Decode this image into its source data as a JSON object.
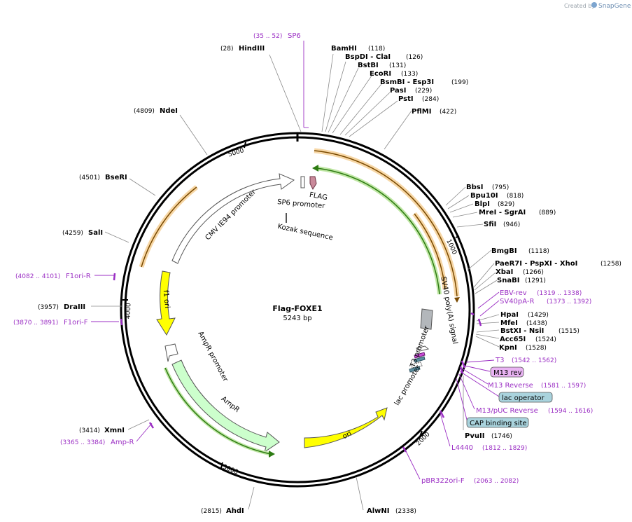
{
  "credit": {
    "prefix": "Created by",
    "brand": "SnapGene"
  },
  "plasmid": {
    "name": "Flag-FOXE1",
    "size": "5243 bp"
  },
  "ticks": [
    "1000",
    "2000",
    "3000",
    "4000",
    "5000"
  ],
  "sites": [
    {
      "name": "HindIII",
      "pos": "(28)"
    },
    {
      "name": "BamHI",
      "pos": "(118)"
    },
    {
      "name": "BspDI - ClaI",
      "pos": "(126)"
    },
    {
      "name": "BstBI",
      "pos": "(131)"
    },
    {
      "name": "EcoRI",
      "pos": "(133)"
    },
    {
      "name": "BsmBI - Esp3I",
      "pos": "(199)"
    },
    {
      "name": "PasI",
      "pos": "(229)"
    },
    {
      "name": "PstI",
      "pos": "(284)"
    },
    {
      "name": "PflMI",
      "pos": "(422)"
    },
    {
      "name": "NdeI",
      "pos": "(4809)"
    },
    {
      "name": "BseRI",
      "pos": "(4501)"
    },
    {
      "name": "SalI",
      "pos": "(4259)"
    },
    {
      "name": "DraIII",
      "pos": "(3957)"
    },
    {
      "name": "XmnI",
      "pos": "(3414)"
    },
    {
      "name": "AhdI",
      "pos": "(2815)"
    },
    {
      "name": "AlwNI",
      "pos": "(2338)"
    },
    {
      "name": "BbsI",
      "pos": "(795)"
    },
    {
      "name": "Bpu10I",
      "pos": "(818)"
    },
    {
      "name": "BlpI",
      "pos": "(829)"
    },
    {
      "name": "MreI - SgrAI",
      "pos": "(889)"
    },
    {
      "name": "SfiI",
      "pos": "(946)"
    },
    {
      "name": "BmgBI",
      "pos": "(1118)"
    },
    {
      "name": "PaeR7I - PspXI - XhoI",
      "pos": "(1258)"
    },
    {
      "name": "XbaI",
      "pos": "(1266)"
    },
    {
      "name": "SnaBI",
      "pos": "(1291)"
    },
    {
      "name": "HpaI",
      "pos": "(1429)"
    },
    {
      "name": "MfeI",
      "pos": "(1438)"
    },
    {
      "name": "BstXI - NsiI",
      "pos": "(1515)"
    },
    {
      "name": "Acc65I",
      "pos": "(1524)"
    },
    {
      "name": "KpnI",
      "pos": "(1528)"
    },
    {
      "name": "PvuII",
      "pos": "(1746)"
    }
  ],
  "primers": [
    {
      "name": "SP6",
      "pos": "(35 .. 52)"
    },
    {
      "name": "F1ori-R",
      "pos": "(4082 .. 4101)"
    },
    {
      "name": "F1ori-F",
      "pos": "(3870 .. 3891)"
    },
    {
      "name": "Amp-R",
      "pos": "(3365 .. 3384)"
    },
    {
      "name": "EBV-rev",
      "pos": "(1319 .. 1338)"
    },
    {
      "name": "SV40pA-R",
      "pos": "(1373 .. 1392)"
    },
    {
      "name": "T3",
      "pos": "(1542 .. 1562)"
    },
    {
      "name": "M13 Reverse",
      "pos": "(1581 .. 1597)"
    },
    {
      "name": "M13/pUC Reverse",
      "pos": "(1594 .. 1616)"
    },
    {
      "name": "L4440",
      "pos": "(1812 .. 1829)"
    },
    {
      "name": "pBR322ori-F",
      "pos": "(2063 .. 2082)"
    }
  ],
  "boxed": [
    {
      "name": "M13 rev",
      "color": "#e9b3f3"
    },
    {
      "name": "lac operator",
      "color": "#a9d3dd"
    },
    {
      "name": "CAP binding site",
      "color": "#a9d3dd"
    }
  ],
  "features": {
    "cmv": "CMV IE94 promoter",
    "sp6p": "SP6 promoter",
    "flag": "FLAG",
    "kozak": "Kozak sequence",
    "sv40": "SV40 poly(A) signal",
    "t3": "T3 promoter",
    "lac": "lac promoter",
    "f1": "f1 ori",
    "ampp": "AmpR promoter",
    "ampr": "AmpR",
    "ori": "ori"
  },
  "colors": {
    "primer": "#9b2fc4",
    "orf_fill": "#f7d7a6",
    "orf_line": "#7a4a00",
    "green_line": "#2d7b12",
    "green_fill": "#bfe6a4",
    "yellow": "#ffff00",
    "ampr_fill": "#ccffcc",
    "grey": "#b3b7bb"
  }
}
